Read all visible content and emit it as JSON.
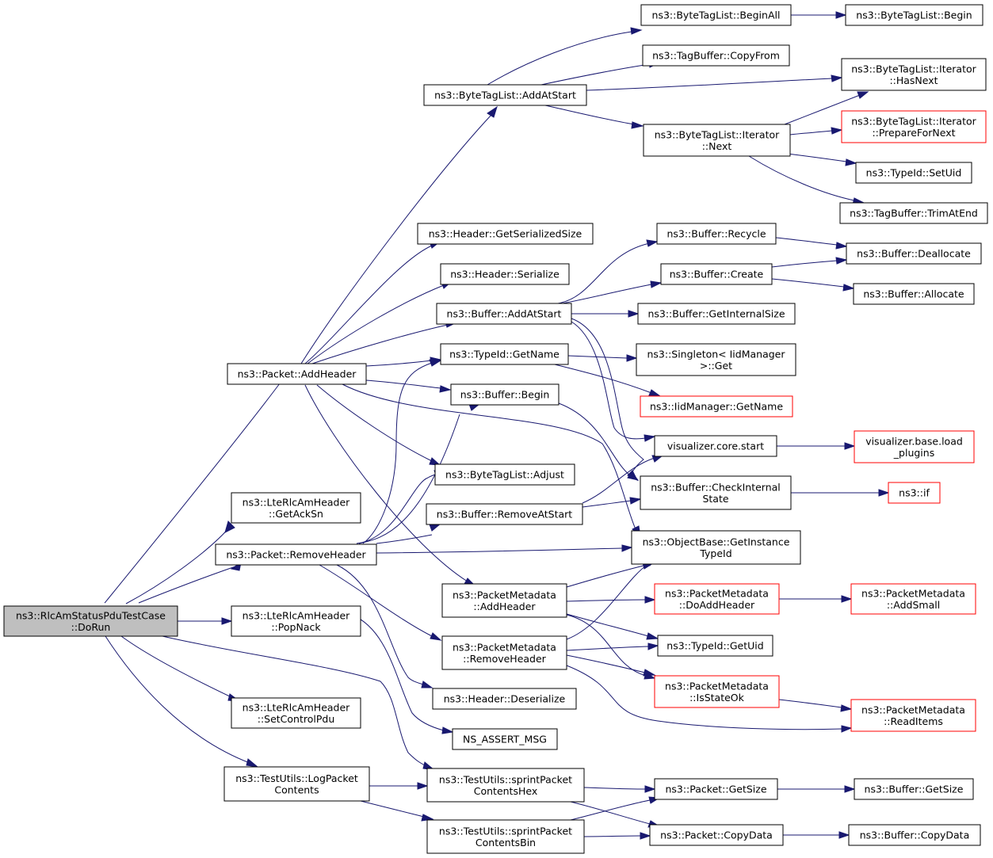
{
  "nodes": {
    "root": [
      "ns3::RlcAmStatusPduTestCase",
      "::DoRun"
    ],
    "pkt_addheader": [
      "ns3::Packet::AddHeader"
    ],
    "lte_getacksn": [
      "ns3::LteRlcAmHeader",
      "::GetAckSn"
    ],
    "pkt_removeheader": [
      "ns3::Packet::RemoveHeader"
    ],
    "lte_popnack": [
      "ns3::LteRlcAmHeader",
      "::PopNack"
    ],
    "lte_setcontrolpdu": [
      "ns3::LteRlcAmHeader",
      "::SetControlPdu"
    ],
    "tu_logpacket": [
      "ns3::TestUtils::LogPacket",
      "Contents"
    ],
    "btl_addatstart": [
      "ns3::ByteTagList::AddAtStart"
    ],
    "hdr_getserializedsize": [
      "ns3::Header::GetSerializedSize"
    ],
    "hdr_serialize": [
      "ns3::Header::Serialize"
    ],
    "buf_addatstart": [
      "ns3::Buffer::AddAtStart"
    ],
    "typeid_getname": [
      "ns3::TypeId::GetName"
    ],
    "buf_begin": [
      "ns3::Buffer::Begin"
    ],
    "btl_adjust": [
      "ns3::ByteTagList::Adjust"
    ],
    "buf_removeatstart": [
      "ns3::Buffer::RemoveAtStart"
    ],
    "pm_addheader": [
      "ns3::PacketMetadata",
      "::AddHeader"
    ],
    "pm_removeheader": [
      "ns3::PacketMetadata",
      "::RemoveHeader"
    ],
    "hdr_deserialize": [
      "ns3::Header::Deserialize"
    ],
    "ns_assert_msg": [
      "NS_ASSERT_MSG"
    ],
    "tu_sprinthex": [
      "ns3::TestUtils::sprintPacket",
      "ContentsHex"
    ],
    "tu_sprintbin": [
      "ns3::TestUtils::sprintPacket",
      "ContentsBin"
    ],
    "btl_beginall": [
      "ns3::ByteTagList::BeginAll"
    ],
    "tb_copyfrom": [
      "ns3::TagBuffer::CopyFrom"
    ],
    "btl_iter_next": [
      "ns3::ByteTagList::Iterator",
      "::Next"
    ],
    "buf_recycle": [
      "ns3::Buffer::Recycle"
    ],
    "buf_create": [
      "ns3::Buffer::Create"
    ],
    "buf_getinternalsize": [
      "ns3::Buffer::GetInternalSize"
    ],
    "singleton_get": [
      "ns3::Singleton< IidManager",
      ">::Get"
    ],
    "iid_getname": [
      "ns3::IidManager::GetName"
    ],
    "viz_start": [
      "visualizer.core.start"
    ],
    "buf_checkinternal": [
      "ns3::Buffer::CheckInternal",
      "State"
    ],
    "ob_getinstance": [
      "ns3::ObjectBase::GetInstance",
      "TypeId"
    ],
    "pm_doaddheader": [
      "ns3::PacketMetadata",
      "::DoAddHeader"
    ],
    "typeid_getuid": [
      "ns3::TypeId::GetUid"
    ],
    "pm_isstateok": [
      "ns3::PacketMetadata",
      "::IsStateOk"
    ],
    "pkt_getsize": [
      "ns3::Packet::GetSize"
    ],
    "pkt_copydata": [
      "ns3::Packet::CopyData"
    ],
    "btl_begin": [
      "ns3::ByteTagList::Begin"
    ],
    "btl_iter_hasnext": [
      "ns3::ByteTagList::Iterator",
      "::HasNext"
    ],
    "btl_iter_prepare": [
      "ns3::ByteTagList::Iterator",
      "::PrepareForNext"
    ],
    "typeid_setuid": [
      "ns3::TypeId::SetUid"
    ],
    "tb_trimatend": [
      "ns3::TagBuffer::TrimAtEnd"
    ],
    "buf_deallocate": [
      "ns3::Buffer::Deallocate"
    ],
    "buf_allocate": [
      "ns3::Buffer::Allocate"
    ],
    "viz_loadplugins": [
      "visualizer.base.load",
      "_plugins"
    ],
    "ns3_if": [
      "ns3::if"
    ],
    "pm_addsmall": [
      "ns3::PacketMetadata",
      "::AddSmall"
    ],
    "pm_readitems": [
      "ns3::PacketMetadata",
      "::ReadItems"
    ],
    "buf_getsize": [
      "ns3::Buffer::GetSize"
    ],
    "buf_copydata": [
      "ns3::Buffer::CopyData"
    ]
  },
  "colors": {
    "edge": "#191970",
    "node_border": "#000000",
    "incomplete_node_border": "#ff0000",
    "root_fill": "#bfbfbf"
  }
}
